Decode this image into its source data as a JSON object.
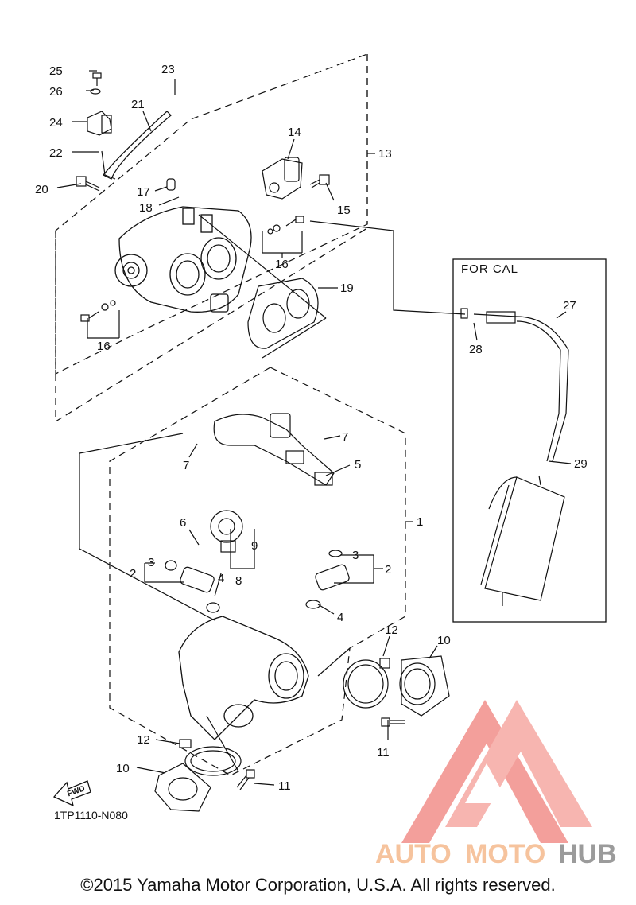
{
  "callouts": {
    "c1": "1",
    "c2a": "2",
    "c2b": "2",
    "c3a": "3",
    "c3b": "3",
    "c4a": "4",
    "c4b": "4",
    "c5": "5",
    "c6": "6",
    "c7a": "7",
    "c7b": "7",
    "c8": "8",
    "c9": "9",
    "c10a": "10",
    "c10b": "10",
    "c11a": "11",
    "c11b": "11",
    "c12a": "12",
    "c12b": "12",
    "c13": "13",
    "c14": "14",
    "c15": "15",
    "c16a": "16",
    "c16b": "16",
    "c17": "17",
    "c18": "18",
    "c19": "19",
    "c20": "20",
    "c21": "21",
    "c22": "22",
    "c23": "23",
    "c24": "24",
    "c25": "25",
    "c26": "26",
    "c27": "27",
    "c28": "28",
    "c29": "29"
  },
  "for_cal_label": "FOR CAL",
  "fwd_label": "FWD",
  "diagram_part_number": "1TP1110-N080",
  "watermark": {
    "auto": "AUTO",
    "moto": "MOTO",
    "hub": "HUB"
  },
  "copyright": "©2015 Yamaha Motor Corporation, U.S.A. All rights reserved.",
  "colors": {
    "line": "#111111",
    "watermark_triangle": "#f28f8a",
    "watermark_text_orange": "#f5b98c",
    "watermark_text_gray": "#8a8a8a"
  }
}
